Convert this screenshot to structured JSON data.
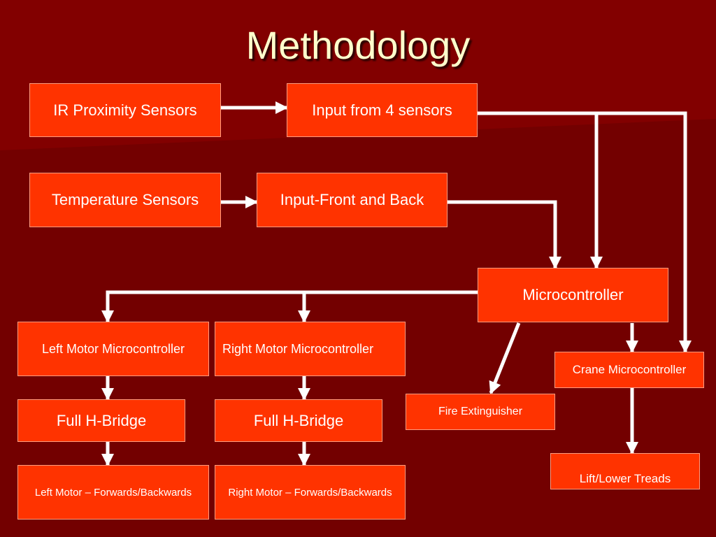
{
  "title": "Methodology",
  "boxes": {
    "ir_sensors": "IR Proximity Sensors",
    "input_4": "Input from 4 sensors",
    "temp_sensors": "Temperature Sensors",
    "input_front_back": "Input-Front and Back",
    "microcontroller": "Microcontroller",
    "left_motor_mc": "Left Motor Microcontroller",
    "right_motor_mc": "Right Motor Microcontroller",
    "crane_mc": "Crane Microcontroller",
    "fire_ext": "Fire Extinguisher",
    "left_hbridge": "Full H-Bridge",
    "right_hbridge": "Full H-Bridge",
    "lift_lower": "Lift/Lower Treads",
    "left_motor": "Left Motor – Forwards/Backwards",
    "right_motor": "Right Motor – Forwards/Backwards"
  },
  "colors": {
    "background": "#730000",
    "box_fill": "#ff3300",
    "box_border": "#ff9d80",
    "title": "#ffffcc",
    "arrow": "#ffffff"
  }
}
